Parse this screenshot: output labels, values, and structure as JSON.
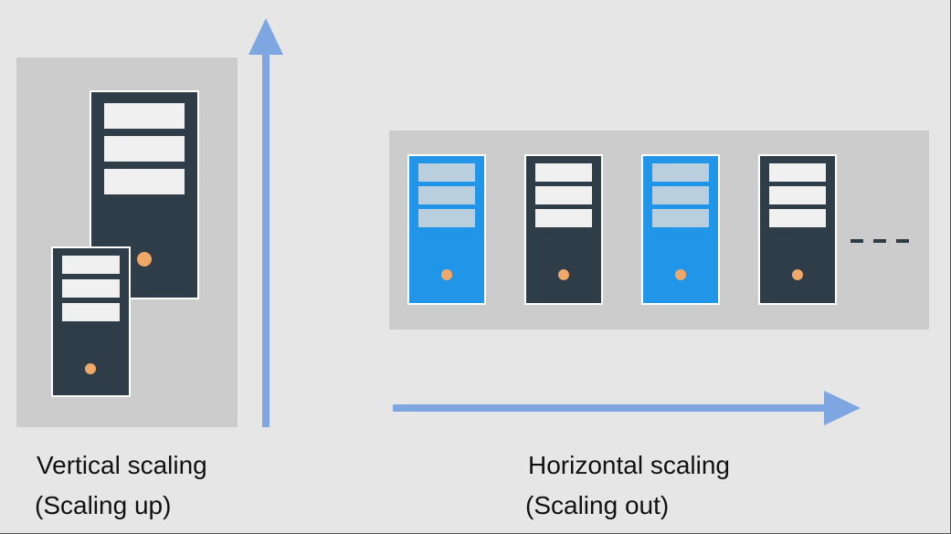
{
  "labels": {
    "vertical_title": "Vertical scaling",
    "vertical_subtitle": "(Scaling up)",
    "horizontal_title": "Horizontal scaling",
    "horizontal_subtitle": "(Scaling out)"
  },
  "colors": {
    "background": "#e6e6e6",
    "panel": "#cccccc",
    "server_dark": "#2f3d48",
    "server_blue": "#2196e8",
    "slot_light": "#f0f0f0",
    "slot_blue": "#b9cfdd",
    "led": "#f0a868",
    "arrow": "#7ea6e0"
  },
  "icons": {
    "vertical_arrow": "arrow-up-icon",
    "horizontal_arrow": "arrow-right-icon",
    "continuation": "ellipsis-dashes-icon"
  },
  "horizontal_servers": [
    {
      "color": "blue"
    },
    {
      "color": "dark"
    },
    {
      "color": "blue"
    },
    {
      "color": "dark"
    }
  ]
}
